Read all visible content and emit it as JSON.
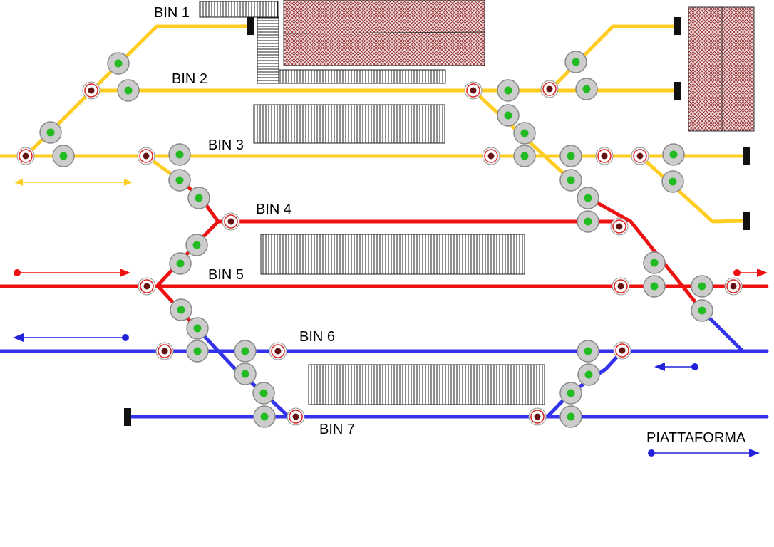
{
  "labels": {
    "bin1": "BIN 1",
    "bin2": "BIN 2",
    "bin3": "BIN 3",
    "bin4": "BIN 4",
    "bin5": "BIN 5",
    "bin6": "BIN 6",
    "bin7": "BIN 7",
    "platform": "PIATTAFORMA"
  },
  "colors": {
    "yellow_track": "#FFCC22",
    "red_track": "#EE1111",
    "blue_track": "#3333EE",
    "signal_disc": "#CCCCCC",
    "signal_green": "#22BB22",
    "point_ring": "#DD2222",
    "point_center": "#661111",
    "buffer": "#111111",
    "building_hatch": "#993333"
  },
  "icons": {
    "signal": "green-signal-icon",
    "point": "point-marker-icon",
    "buffer": "buffer-stop-icon",
    "platform": "platform-hatch-icon",
    "building": "building-crosshatch-icon",
    "direction": "direction-arrow-icon"
  }
}
